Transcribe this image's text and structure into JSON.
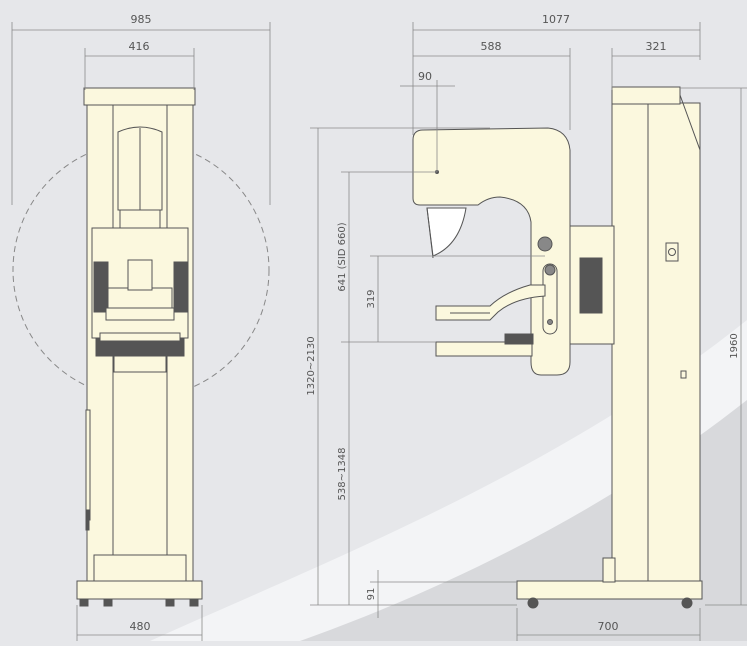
{
  "front_view": {
    "overall_width": "985",
    "column_width": "416",
    "base_width": "480"
  },
  "side_view": {
    "overall_width": "1077",
    "arm_reach": "588",
    "column_depth": "321",
    "tube_offset": "90",
    "total_height": "1960",
    "arm_height_range": "1320~2130",
    "sid": "641 (SID 660)",
    "compression_gap": "319",
    "detector_height_range": "538~1348",
    "base_height": "91",
    "base_depth": "700"
  },
  "colors": {
    "background": "#e6e7ea",
    "machine_fill": "#fbf8de",
    "outline": "#555555",
    "dimension_line": "#8a8a8a",
    "panel": "#555555"
  }
}
